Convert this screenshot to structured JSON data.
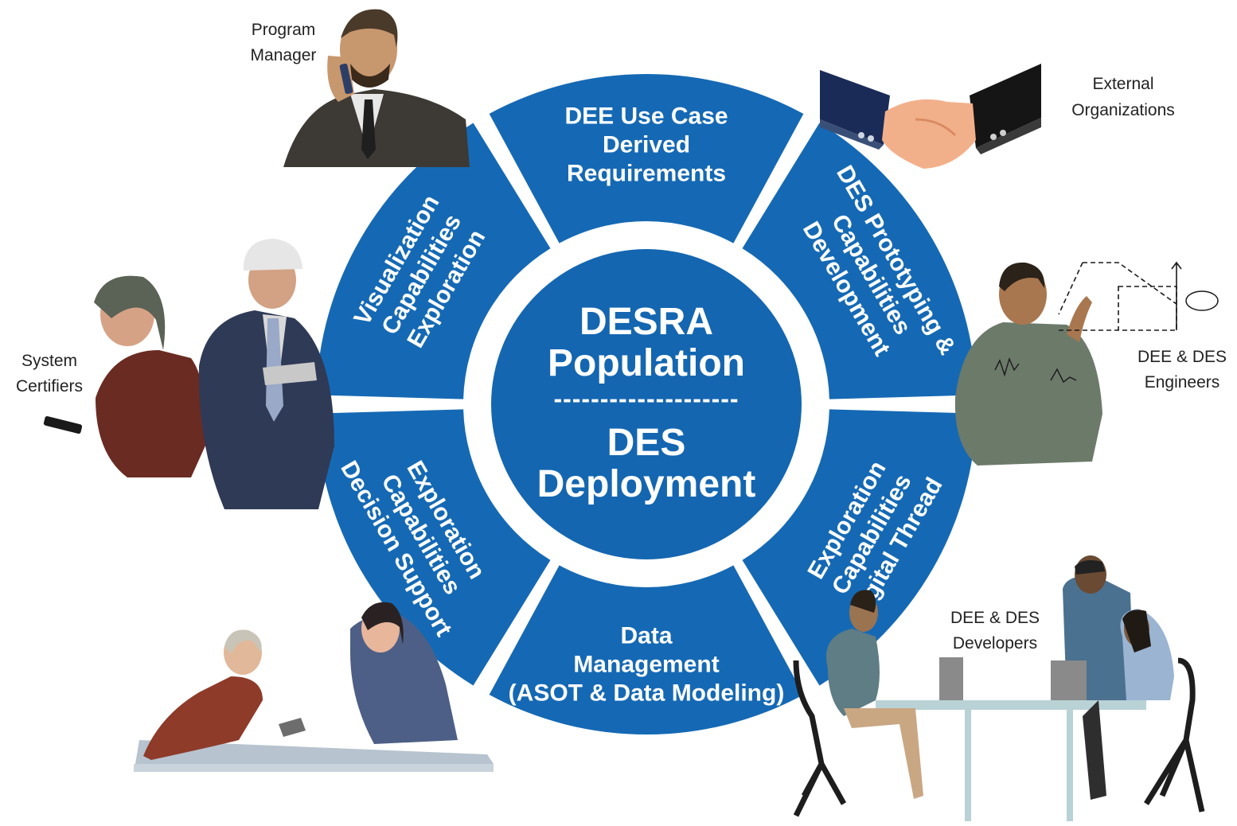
{
  "colors": {
    "wheel": "#1267b3",
    "segment": "#1569b4",
    "center": "#1466b0",
    "gap": "#ffffff",
    "text_on_blue": "#ffffff",
    "role_text": "#222222"
  },
  "center": {
    "line1": "DESRA",
    "line2": "Population",
    "divider": "--------------------",
    "line3": "DES",
    "line4": "Deployment"
  },
  "segments": [
    {
      "id": "top",
      "lines": [
        "DEE Use Case",
        "Derived",
        "Requirements"
      ]
    },
    {
      "id": "upper-right",
      "lines": [
        "DES Prototyping &",
        "Capabilities",
        "Development"
      ]
    },
    {
      "id": "lower-right",
      "lines": [
        "Exploration",
        "Capabilities",
        "Digital Thread"
      ]
    },
    {
      "id": "bottom",
      "lines": [
        "Data",
        "Management",
        "(ASOT & Data Modeling)"
      ]
    },
    {
      "id": "lower-left",
      "lines": [
        "Exploration",
        "Capabilities",
        "Decision Support"
      ]
    },
    {
      "id": "upper-left",
      "lines": [
        "Visualization",
        "Capabilities",
        "Exploration"
      ]
    }
  ],
  "roles": {
    "program_manager": [
      "Program",
      "Manager"
    ],
    "external_organizations": [
      "External",
      "Organizations"
    ],
    "dee_des_engineers": [
      "DEE & DES",
      "Engineers"
    ],
    "dee_des_developers": [
      "DEE & DES",
      "Developers"
    ],
    "system_certifiers": [
      "System",
      "Certifiers"
    ]
  },
  "illustrations": [
    "program-manager-figure",
    "handshake-illustration",
    "engineer-figure",
    "developers-figure",
    "decision-support-figure",
    "system-certifiers-figure"
  ]
}
